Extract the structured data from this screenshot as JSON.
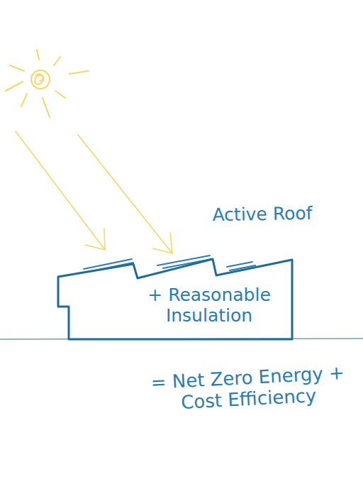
{
  "diagram": {
    "nodes": [
      {
        "text": [
          "+ Reasonable Insulation"
        ]
      }
    ],
    "labels": [
      "Active Roof",
      "= Net Zero Energy + Cost Efficiency"
    ]
  }
}
